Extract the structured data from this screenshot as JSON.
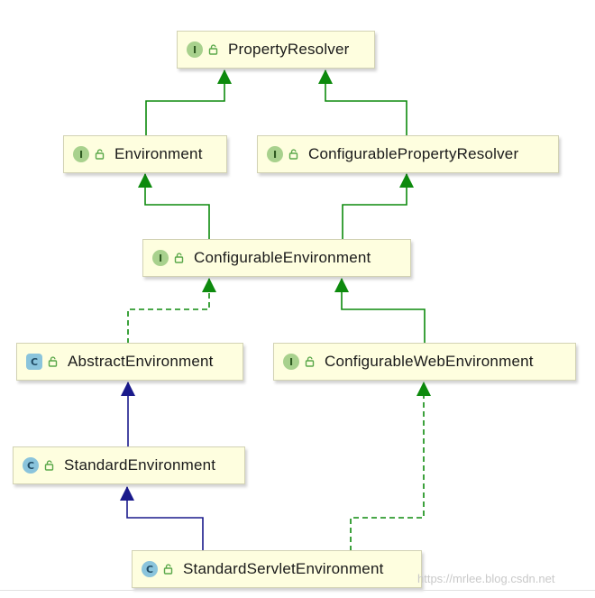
{
  "nodes": [
    {
      "id": "property-resolver",
      "kind": "interface",
      "badge": "I",
      "label": "PropertyResolver"
    },
    {
      "id": "environment",
      "kind": "interface",
      "badge": "I",
      "label": "Environment"
    },
    {
      "id": "configurable-property-resolver",
      "kind": "interface",
      "badge": "I",
      "label": "ConfigurablePropertyResolver"
    },
    {
      "id": "configurable-environment",
      "kind": "interface",
      "badge": "I",
      "label": "ConfigurableEnvironment"
    },
    {
      "id": "abstract-environment",
      "kind": "abstract",
      "badge": "C",
      "label": "AbstractEnvironment"
    },
    {
      "id": "configurable-web-environment",
      "kind": "interface",
      "badge": "I",
      "label": "ConfigurableWebEnvironment"
    },
    {
      "id": "standard-environment",
      "kind": "class",
      "badge": "C",
      "label": "StandardEnvironment"
    },
    {
      "id": "standard-servlet-environment",
      "kind": "class",
      "badge": "C",
      "label": "StandardServletEnvironment"
    }
  ],
  "edges": [
    {
      "from": "environment",
      "to": "property-resolver",
      "type": "extends-interface"
    },
    {
      "from": "configurable-property-resolver",
      "to": "property-resolver",
      "type": "extends-interface"
    },
    {
      "from": "configurable-environment",
      "to": "environment",
      "type": "extends-interface"
    },
    {
      "from": "configurable-environment",
      "to": "configurable-property-resolver",
      "type": "extends-interface"
    },
    {
      "from": "abstract-environment",
      "to": "configurable-environment",
      "type": "implements"
    },
    {
      "from": "configurable-web-environment",
      "to": "configurable-environment",
      "type": "extends-interface"
    },
    {
      "from": "standard-environment",
      "to": "abstract-environment",
      "type": "extends-class"
    },
    {
      "from": "standard-servlet-environment",
      "to": "standard-environment",
      "type": "extends-class"
    },
    {
      "from": "standard-servlet-environment",
      "to": "configurable-web-environment",
      "type": "implements"
    }
  ],
  "colors": {
    "interface_edge": "#0d8a0d",
    "class_edge": "#1a1a8c",
    "node_fill": "#fefedf",
    "interface_badge": "#a8d18d",
    "class_badge": "#8ac4dc",
    "lock": "#5aa84a"
  },
  "watermark": "https://mrlee.blog.csdn.net"
}
